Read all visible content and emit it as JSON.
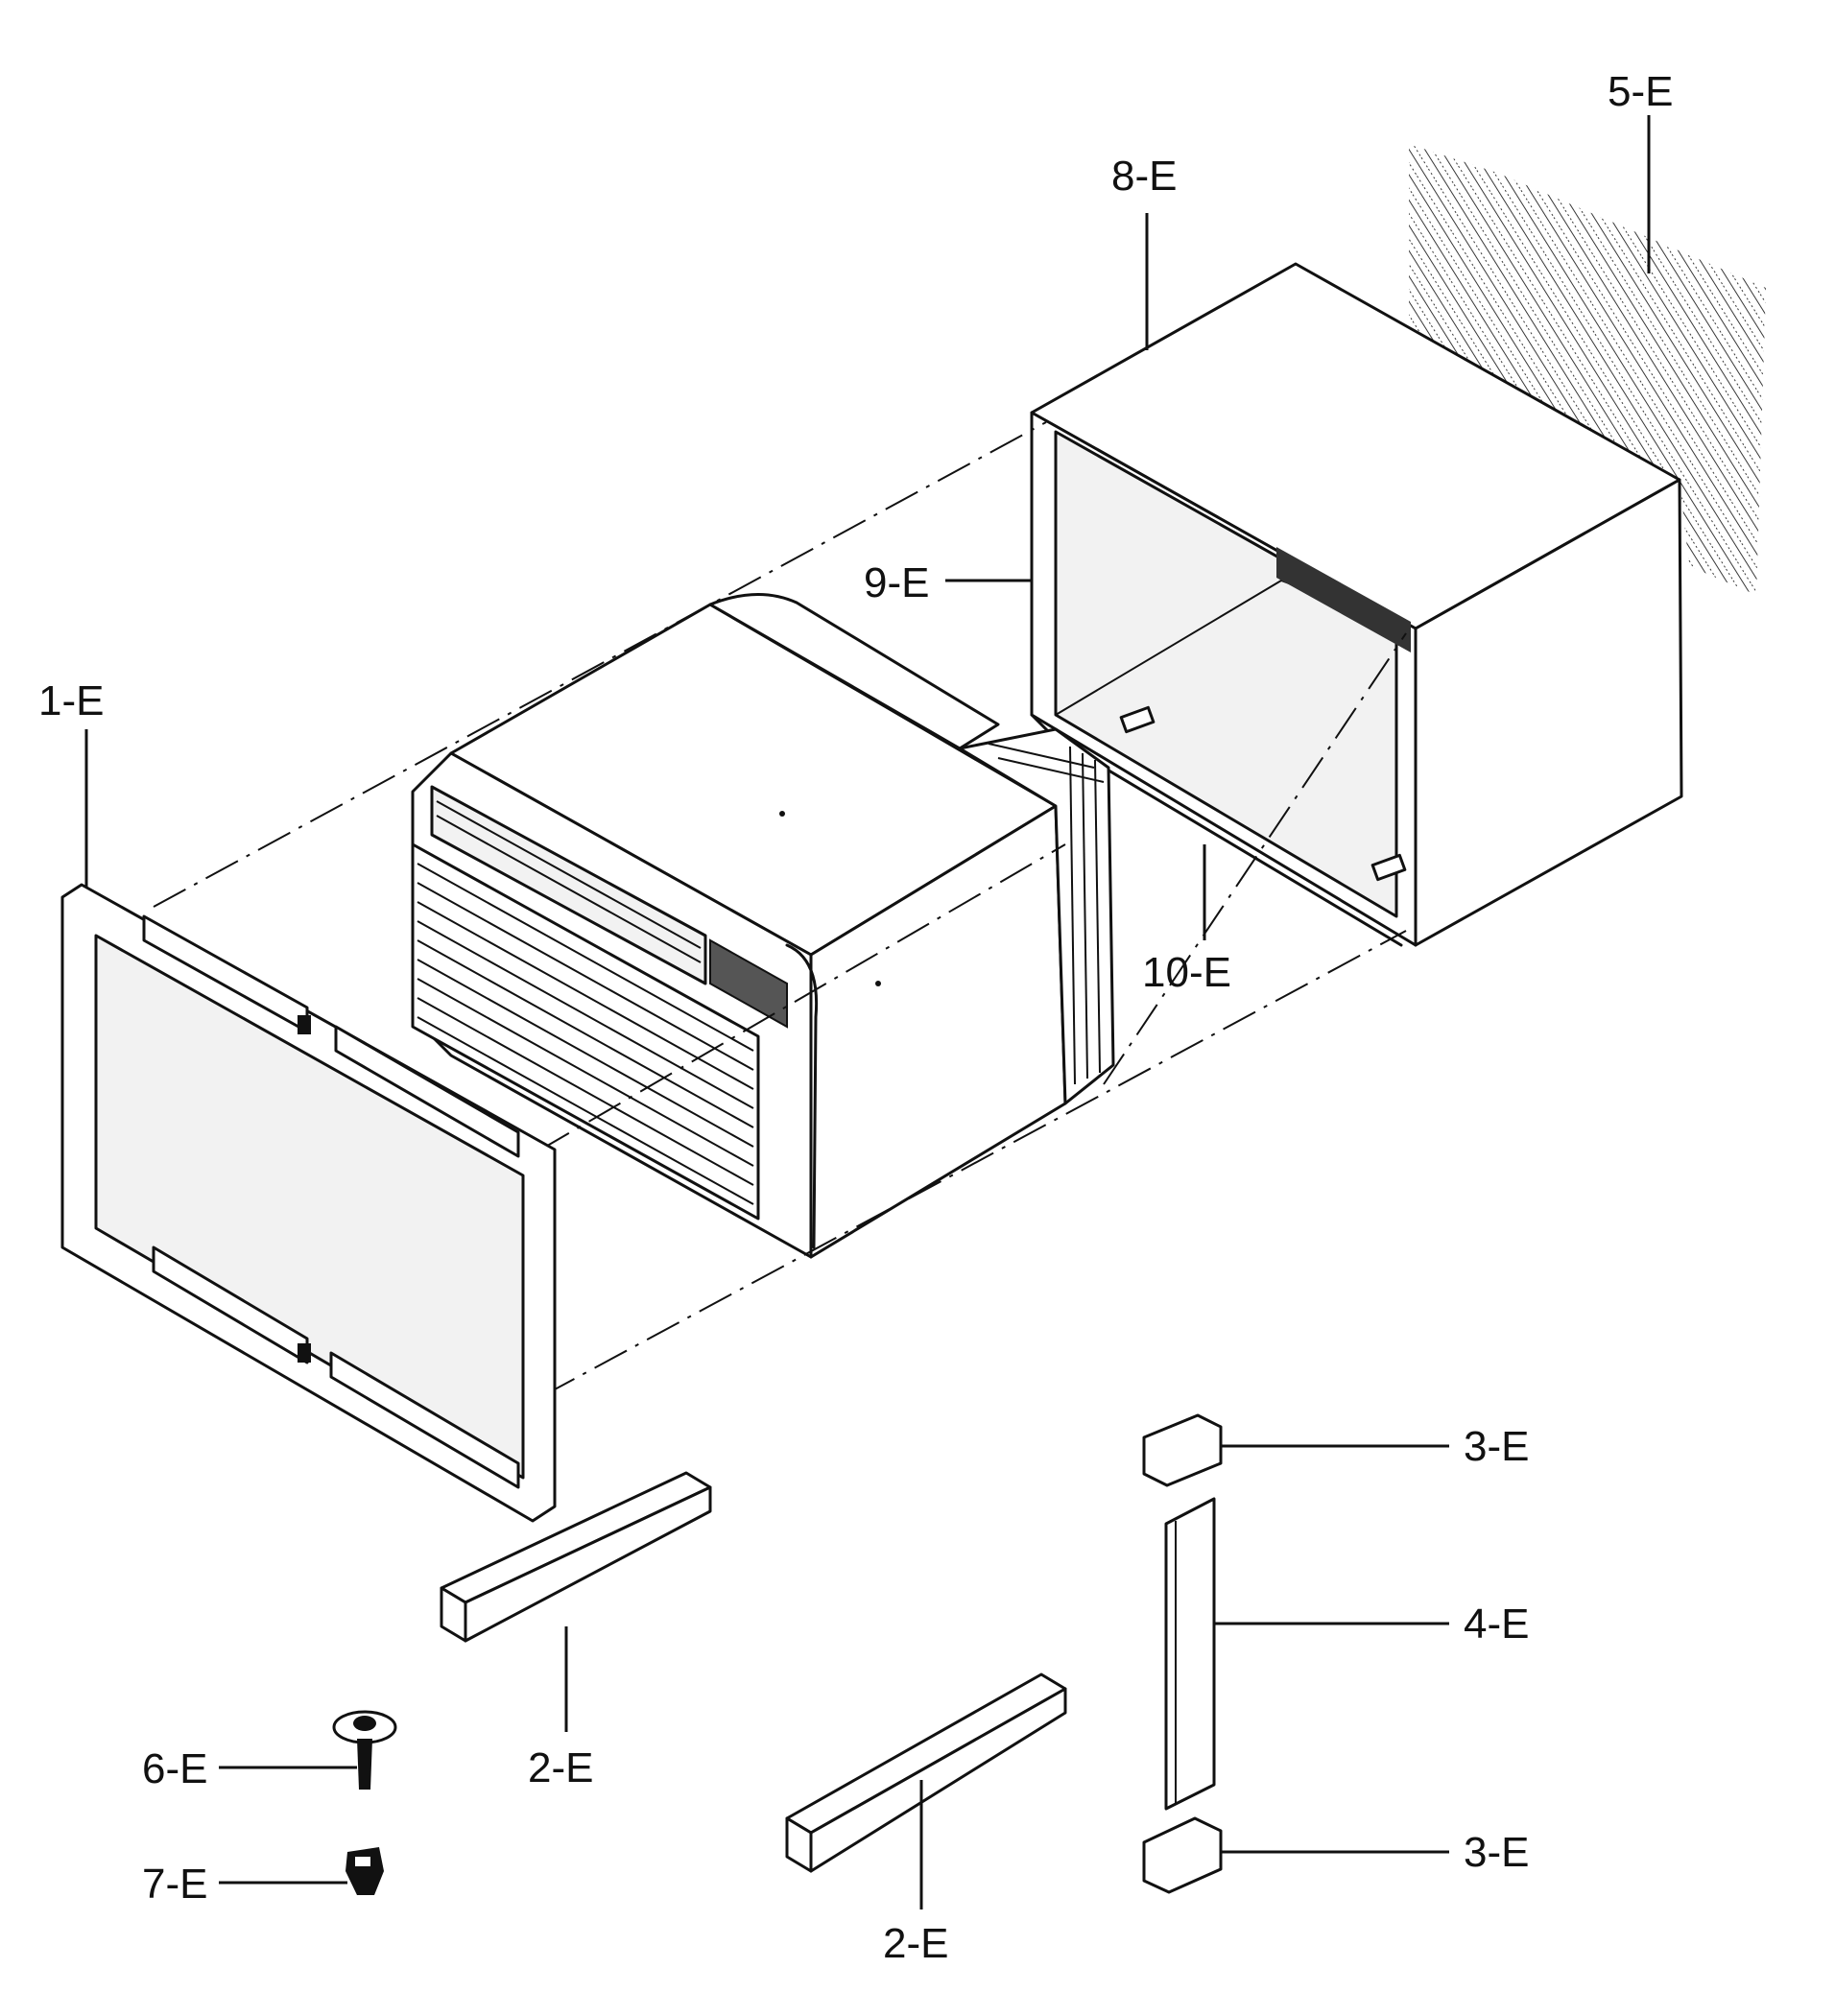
{
  "callouts": {
    "c1": "1-E",
    "c2a": "2-E",
    "c2b": "2-E",
    "c3a": "3-E",
    "c3b": "3-E",
    "c4": "4-E",
    "c5": "5-E",
    "c6": "6-E",
    "c7": "7-E",
    "c8": "8-E",
    "c9": "9-E",
    "c10": "10-E"
  },
  "icons": {
    "wall": "hatched-wall",
    "screw": "screw-icon",
    "clip": "clip-icon"
  }
}
